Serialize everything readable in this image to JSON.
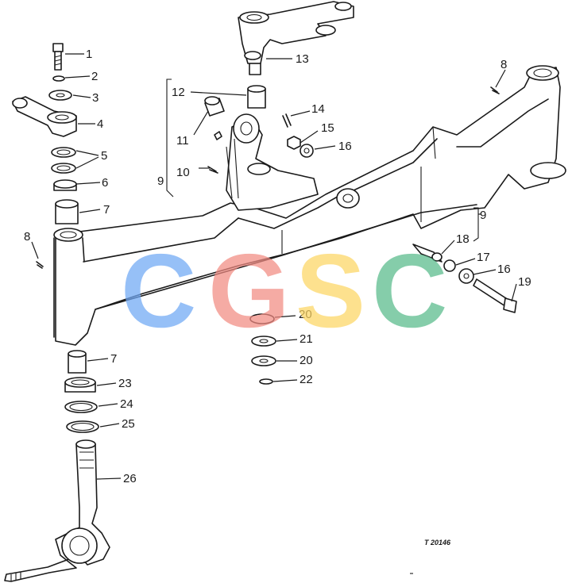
{
  "diagram": {
    "callouts": [
      {
        "id": "c1",
        "text": "1"
      },
      {
        "id": "c2",
        "text": "2"
      },
      {
        "id": "c3",
        "text": "3"
      },
      {
        "id": "c4",
        "text": "4"
      },
      {
        "id": "c5",
        "text": "5"
      },
      {
        "id": "c6",
        "text": "6"
      },
      {
        "id": "c7a",
        "text": "7"
      },
      {
        "id": "c7b",
        "text": "7"
      },
      {
        "id": "c8a",
        "text": "8"
      },
      {
        "id": "c8b",
        "text": "8"
      },
      {
        "id": "c9a",
        "text": "9"
      },
      {
        "id": "c9b",
        "text": "9"
      },
      {
        "id": "c10",
        "text": "10"
      },
      {
        "id": "c11",
        "text": "11"
      },
      {
        "id": "c12",
        "text": "12"
      },
      {
        "id": "c13",
        "text": "13"
      },
      {
        "id": "c14",
        "text": "14"
      },
      {
        "id": "c15",
        "text": "15"
      },
      {
        "id": "c16a",
        "text": "16"
      },
      {
        "id": "c16b",
        "text": "16"
      },
      {
        "id": "c17",
        "text": "17"
      },
      {
        "id": "c18",
        "text": "18"
      },
      {
        "id": "c19",
        "text": "19"
      },
      {
        "id": "c20a",
        "text": "20"
      },
      {
        "id": "c20b",
        "text": "20"
      },
      {
        "id": "c21",
        "text": "21"
      },
      {
        "id": "c22",
        "text": "22"
      },
      {
        "id": "c23",
        "text": "23"
      },
      {
        "id": "c24",
        "text": "24"
      },
      {
        "id": "c25",
        "text": "25"
      },
      {
        "id": "c26",
        "text": "26"
      }
    ],
    "reference_code": "T 20146"
  },
  "watermark": {
    "letters": [
      "C",
      "G",
      "S",
      "C"
    ],
    "colors": [
      "#6fa8f5",
      "#f28b82",
      "#fdd663",
      "#57bb8a"
    ]
  }
}
